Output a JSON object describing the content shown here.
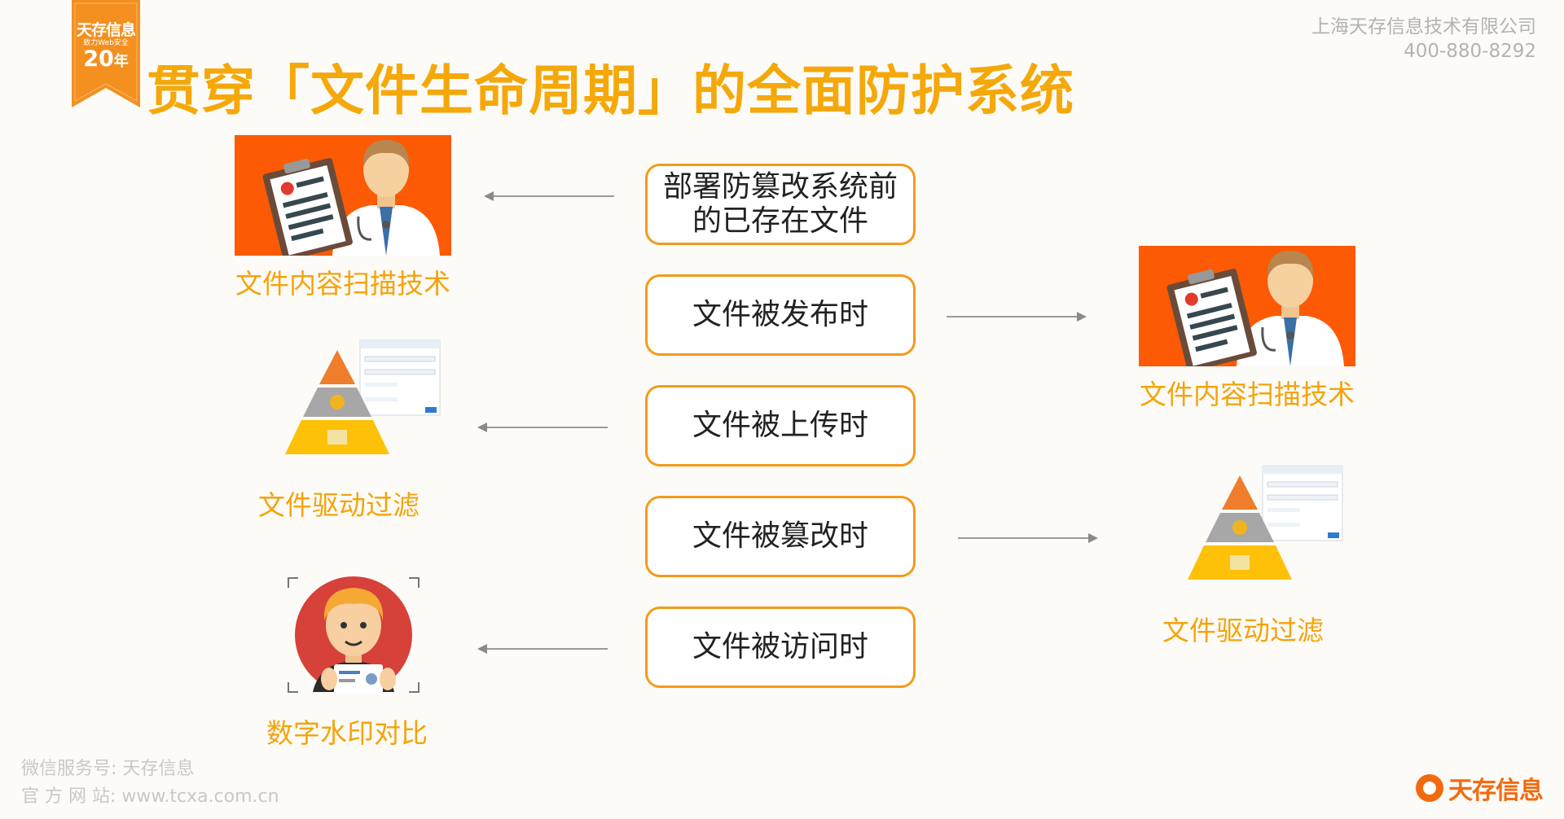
{
  "badge": {
    "brand": "天存信息",
    "tagline": "致力Web安全",
    "years": "20",
    "years_unit": "年"
  },
  "title": "贯穿「文件生命周期」的全面防护系统",
  "company": {
    "name": "上海天存信息技术有限公司",
    "phone": "400-880-8292"
  },
  "stages": [
    {
      "line1": "部署防篡改系统前",
      "line2": "的已存在文件"
    },
    {
      "line1": "文件被发布时"
    },
    {
      "line1": "文件被上传时"
    },
    {
      "line1": "文件被篡改时"
    },
    {
      "line1": "文件被访问时"
    }
  ],
  "left_techs": [
    {
      "label": "文件内容扫描技术",
      "icon": "doctor-clipboard-icon"
    },
    {
      "label": "文件驱动过滤",
      "icon": "pyramid-filter-icon"
    },
    {
      "label": "数字水印对比",
      "icon": "portrait-id-card-icon"
    }
  ],
  "right_techs": [
    {
      "label": "文件内容扫描技术",
      "icon": "doctor-clipboard-icon"
    },
    {
      "label": "文件驱动过滤",
      "icon": "pyramid-filter-icon"
    }
  ],
  "footer": {
    "wechat": "微信服务号:  天存信息",
    "site": "官  方  网  站:  www.tcxa.com.cn"
  },
  "brand_logo": "天存信息",
  "colors": {
    "accent_orange": "#f5a80a",
    "box_border": "#f59a1b",
    "doctor_bg": "#fc5a05",
    "brand": "#f26a10"
  }
}
